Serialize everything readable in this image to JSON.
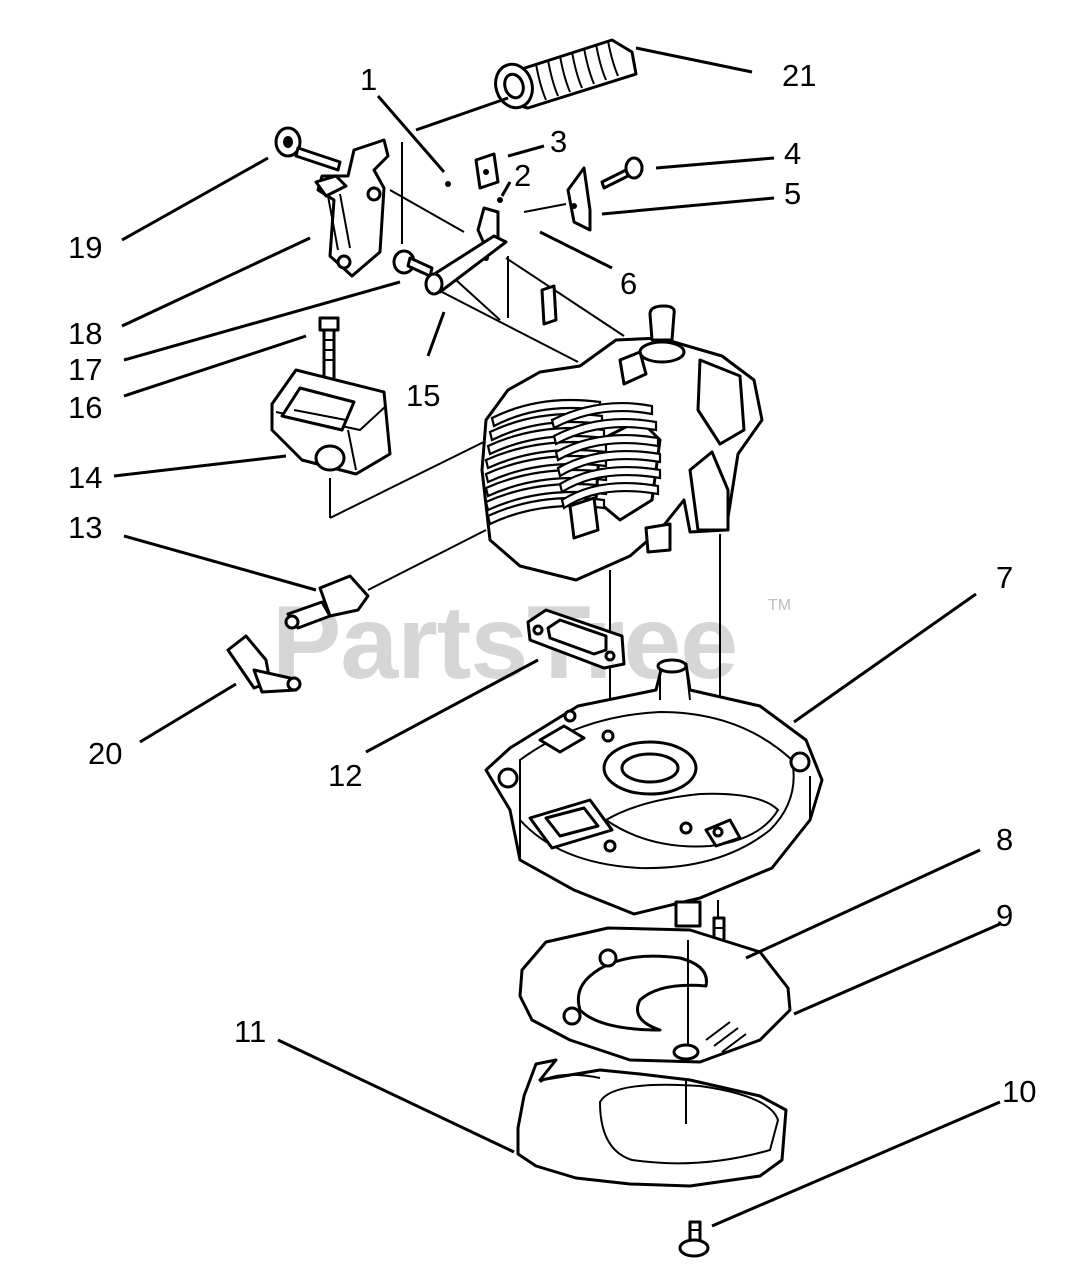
{
  "watermark": {
    "text": "PartsTree",
    "trademark": "TM"
  },
  "callouts": [
    {
      "id": "1",
      "text": "1"
    },
    {
      "id": "2",
      "text": "2"
    },
    {
      "id": "3",
      "text": "3"
    },
    {
      "id": "4",
      "text": "4"
    },
    {
      "id": "5",
      "text": "5"
    },
    {
      "id": "6",
      "text": "6"
    },
    {
      "id": "7",
      "text": "7"
    },
    {
      "id": "8",
      "text": "8"
    },
    {
      "id": "9",
      "text": "9"
    },
    {
      "id": "10",
      "text": "10"
    },
    {
      "id": "11",
      "text": "11"
    },
    {
      "id": "12",
      "text": "12"
    },
    {
      "id": "13",
      "text": "13"
    },
    {
      "id": "14",
      "text": "14"
    },
    {
      "id": "15",
      "text": "15"
    },
    {
      "id": "16",
      "text": "16"
    },
    {
      "id": "17",
      "text": "17"
    },
    {
      "id": "18",
      "text": "18"
    },
    {
      "id": "19",
      "text": "19"
    },
    {
      "id": "20",
      "text": "20"
    },
    {
      "id": "21",
      "text": "21"
    }
  ]
}
